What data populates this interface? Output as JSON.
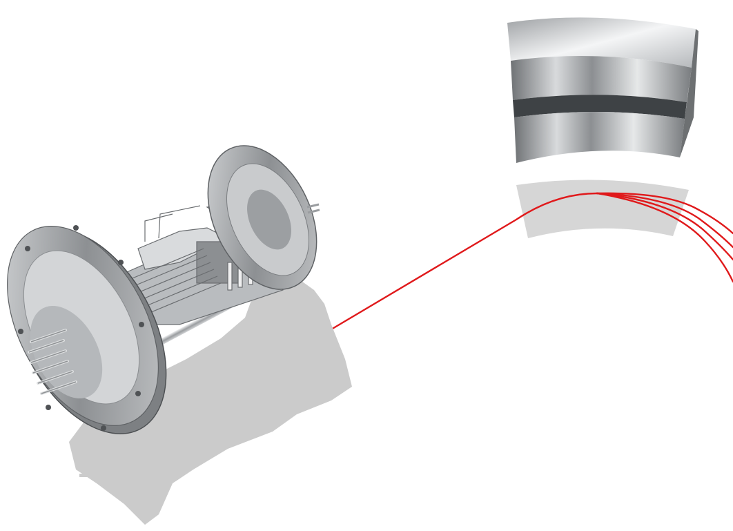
{
  "figure": {
    "components": [
      {
        "id": "ion-source",
        "kind": "vacuum flange assembly"
      },
      {
        "id": "sector-magnet",
        "kind": "curved magnet block"
      },
      {
        "id": "ion-beams",
        "kind": "beam trajectories",
        "count": 4
      }
    ],
    "colors": {
      "background": "#ffffff",
      "beam": "#e0191b",
      "shadow": "#c9c9c9",
      "metal_dark": "#6f7275",
      "metal_mid": "#a7aaad",
      "metal_light": "#eceeef"
    }
  }
}
